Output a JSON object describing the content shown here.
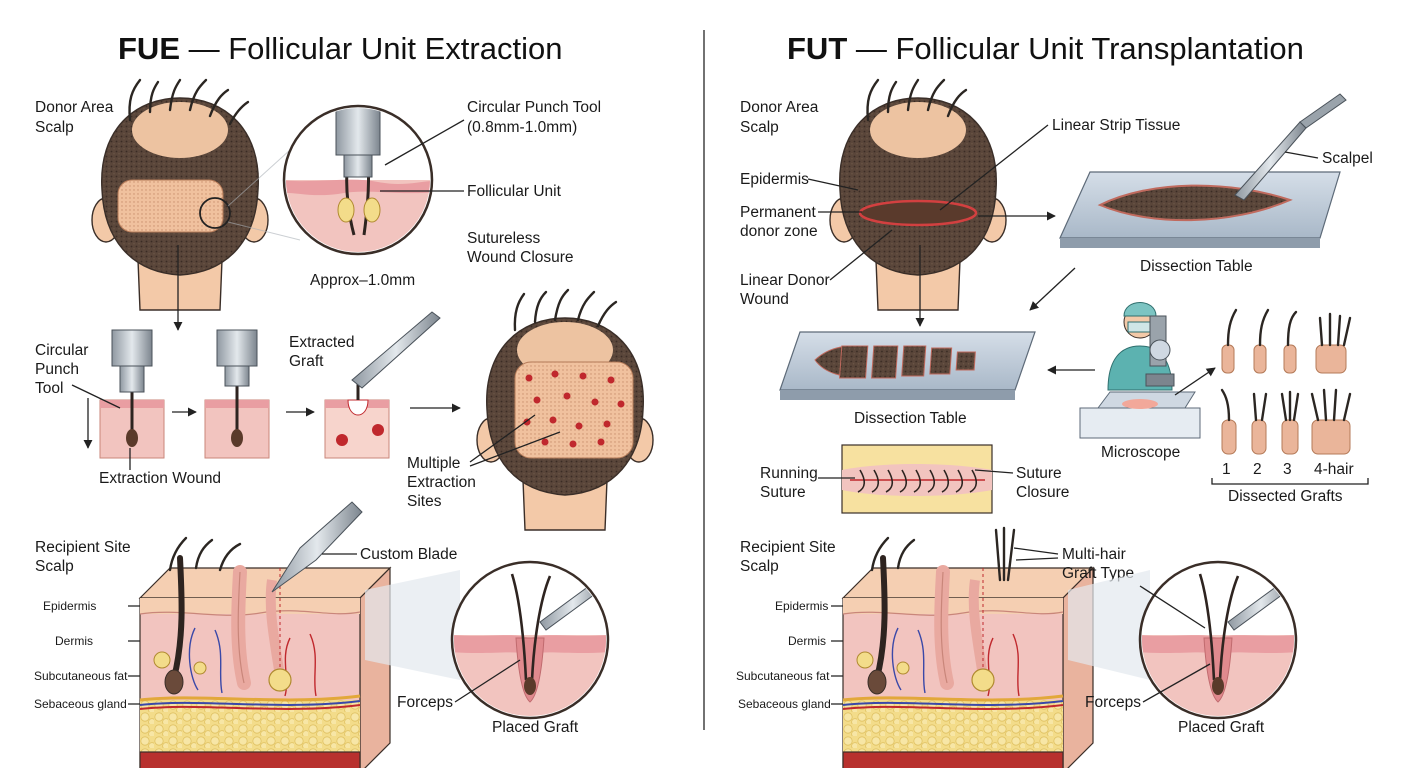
{
  "fue": {
    "title_abbr": "FUE",
    "title_rest": " — Follicular Unit Extraction",
    "donor_area": [
      "Donor Area",
      "Scalp"
    ],
    "punch_tool_zoom": [
      "Circular Punch Tool",
      "(0.8mm-1.0mm)"
    ],
    "follicular_unit": "Follicular Unit",
    "approx": "Approx–1.0mm",
    "sutureless": [
      "Sutureless",
      "Wound Closure"
    ],
    "circular_punch_tool": [
      "Circular",
      "Punch",
      "Tool"
    ],
    "extracted_graft": [
      "Extracted",
      "Graft"
    ],
    "extraction_wound": "Extraction Wound",
    "multiple_sites": [
      "Multiple",
      "Extraction",
      "Sites"
    ],
    "recipient_site": [
      "Recipient Site",
      "Scalp"
    ],
    "custom_blade": "Custom Blade",
    "layers": [
      "Epidermis",
      "Dermis",
      "Subcutaneous fat",
      "Sebaceous gland"
    ],
    "forceps": "Forceps",
    "placed_graft": "Placed Graft"
  },
  "fut": {
    "title_abbr": "FUT",
    "title_rest": " — Follicular Unit Transplantation",
    "donor_area": [
      "Donor Area",
      "Scalp"
    ],
    "linear_strip": "Linear Strip Tissue",
    "epidermis": "Epidermis",
    "permanent_zone": [
      "Permanent",
      "donor zone"
    ],
    "linear_wound": [
      "Linear Donor",
      "Wound"
    ],
    "scalpel": "Scalpel",
    "dissection_table_1": "Dissection Table",
    "dissection_table_2": "Dissection Table",
    "microscope": "Microscope",
    "graft_numbers": [
      "1",
      "2",
      "3",
      "4-hair"
    ],
    "dissected_grafts": "Dissected Grafts",
    "running_suture": [
      "Running",
      "Suture"
    ],
    "suture_closure": [
      "Suture",
      "Closure"
    ],
    "recipient_site": [
      "Recipient Site",
      "Scalp"
    ],
    "multi_hair": [
      "Multi-hair",
      "Graft Type"
    ],
    "layers": [
      "Epidermis",
      "Dermis",
      "Subcutaneous fat",
      "Sebaceous gland"
    ],
    "forceps": "Forceps",
    "placed_graft": "Placed Graft"
  },
  "colors": {
    "skin": "#f3c9a8",
    "skin_dark": "#e2a985",
    "hair": "#4a3a30",
    "dermis": "#f2c4bf",
    "fat": "#f3dc8a",
    "wound": "#c0282d",
    "table": "#b9c7d6"
  }
}
